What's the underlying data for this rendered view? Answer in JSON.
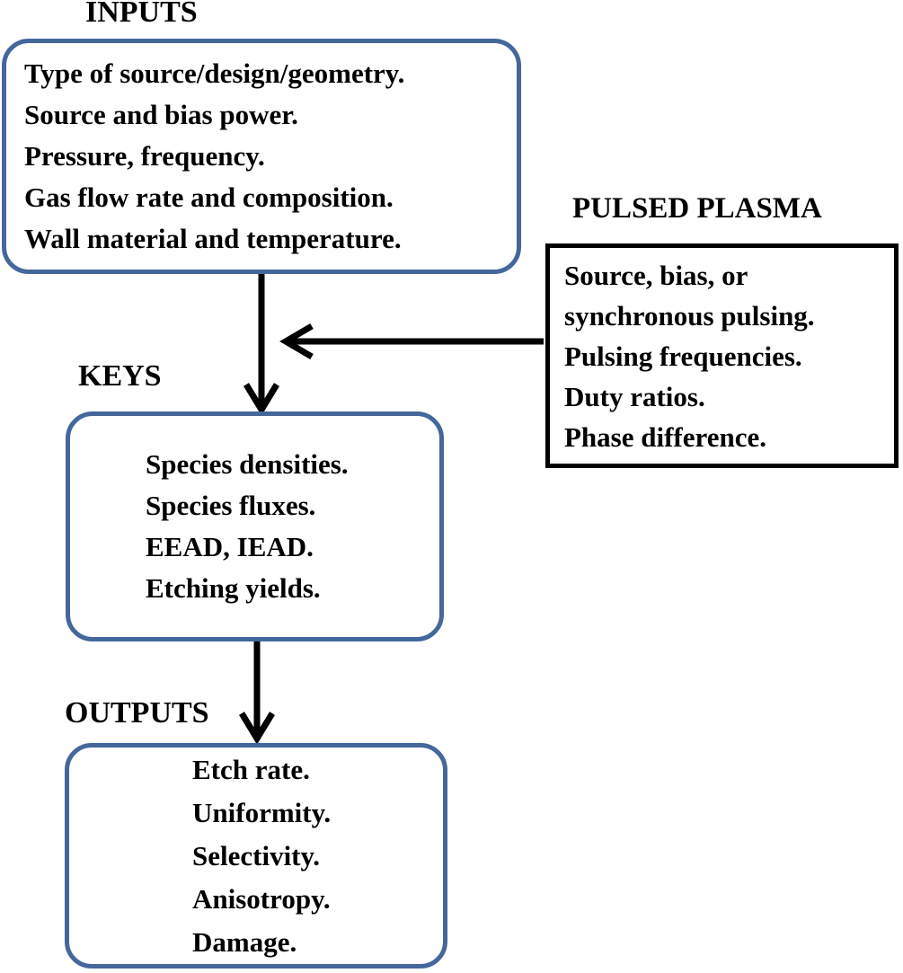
{
  "diagram": {
    "background_color": "#FFFFFF",
    "text_color": "#000000",
    "rounded_box_border_color": "#44679C",
    "square_box_border_color": "#000000",
    "arrow_color": "#000000",
    "nodes": {
      "inputs": {
        "title": "INPUTS",
        "shape": "rounded-rect",
        "lines": [
          "Type of source/design/geometry.",
          "Source and bias power.",
          "Pressure, frequency.",
          "Gas flow rate and composition.",
          "Wall material and temperature."
        ]
      },
      "pulsed_plasma": {
        "title": "PULSED PLASMA",
        "shape": "rect",
        "lines": [
          "Source, bias, or",
          "synchronous pulsing.",
          "Pulsing frequencies.",
          "Duty ratios.",
          "Phase difference."
        ]
      },
      "keys": {
        "title": "KEYS",
        "shape": "rounded-rect",
        "lines": [
          "Species densities.",
          "Species fluxes.",
          "EEAD, IEAD.",
          "Etching yields."
        ]
      },
      "outputs": {
        "title": "OUTPUTS",
        "shape": "rounded-rect",
        "lines": [
          "Etch rate.",
          "Uniformity.",
          "Selectivity.",
          "Anisotropy.",
          "Damage."
        ]
      }
    },
    "edges": [
      {
        "from": "inputs",
        "to": "keys",
        "type": "arrow-down"
      },
      {
        "from": "pulsed_plasma",
        "to": "inputs-keys-connector",
        "type": "arrow-left"
      },
      {
        "from": "keys",
        "to": "outputs",
        "type": "arrow-down"
      }
    ]
  }
}
